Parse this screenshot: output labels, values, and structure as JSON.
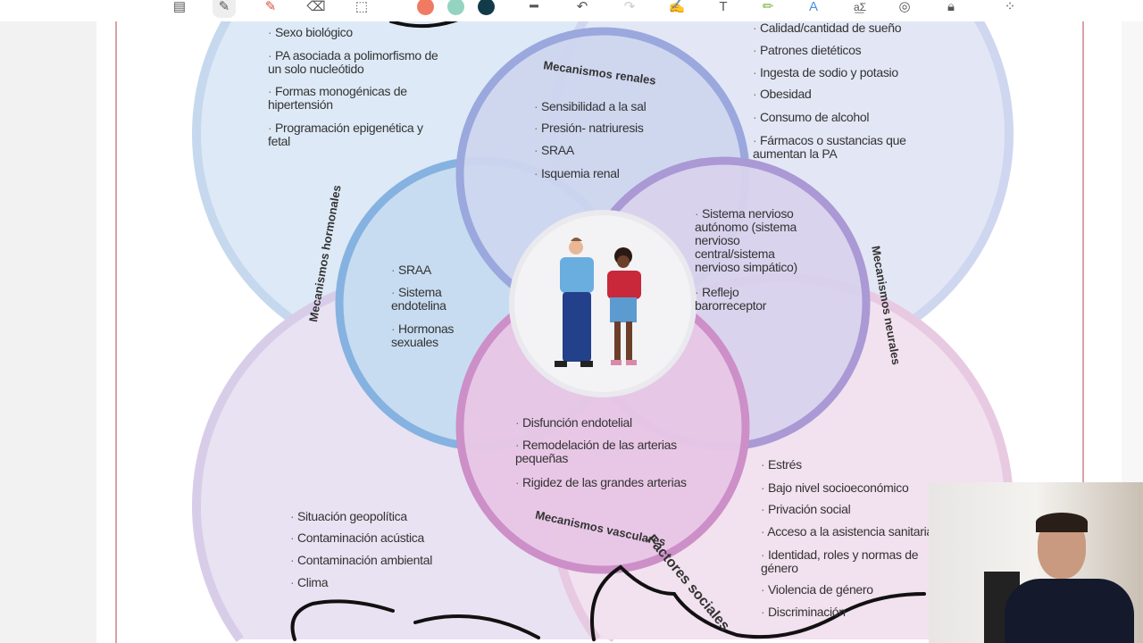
{
  "toolbar": {
    "tools": [
      "notebook-icon",
      "pen-icon",
      "highlighter-icon",
      "eraser-icon",
      "lasso-icon",
      "color-coral",
      "color-mint",
      "color-navy",
      "stroke-width",
      "undo-icon",
      "redo-icon",
      "ink-to-shape-icon",
      "ink-to-text-icon",
      "highlighter-pen-icon",
      "text-style-icon",
      "math-icon",
      "shapes-icon",
      "lock-icon",
      "more-icon"
    ],
    "colors": [
      "#f07a62",
      "#94d3c0",
      "#123b4a"
    ]
  },
  "circles": {
    "genetic": [
      "Sexo biológico",
      "PA asociada a polimorfismo de un solo nucleótido",
      "Formas monogénicas de hipertensión",
      "Programación epigenética y fetal"
    ],
    "lifestyle": [
      "Calidad/cantidad de sueño",
      "Patrones dietéticos",
      "Ingesta de sodio y potasio",
      "Obesidad",
      "Consumo de alcohol",
      "Fármacos o sustancias que aumentan la PA"
    ],
    "renal": {
      "title": "Mecanismos renales",
      "items": [
        "Sensibilidad a la sal",
        "Presión- natriuresis",
        "SRAA",
        "Isquemia renal"
      ]
    },
    "hormonal": {
      "title": "Mecanismos hormonales",
      "items": [
        "SRAA",
        "Sistema endotelina",
        "Hormonas sexuales"
      ]
    },
    "neural": {
      "title": "Mecanismos neurales",
      "items": [
        "Sistema nervioso autónomo (sistema nervioso central/sistema nervioso simpático)",
        "Reflejo barorreceptor"
      ]
    },
    "vascular": {
      "title": "Mecanismos vasculares",
      "items": [
        "Disfunción endotelial",
        "Remodelación de las arterias pequeñas",
        "Rigidez de las grandes arterias"
      ]
    },
    "environmental": [
      "Situación geopolítica",
      "Contaminación acústica",
      "Contaminación ambiental",
      "Clima"
    ],
    "social": {
      "title": "Factores sociales",
      "items": [
        "Estrés",
        "Bajo nivel socioeconómico",
        "Privación social",
        "Acceso a la asistencia sanitaria",
        "Identidad, roles y normas de género",
        "Violencia de género",
        "Discriminación"
      ]
    }
  }
}
